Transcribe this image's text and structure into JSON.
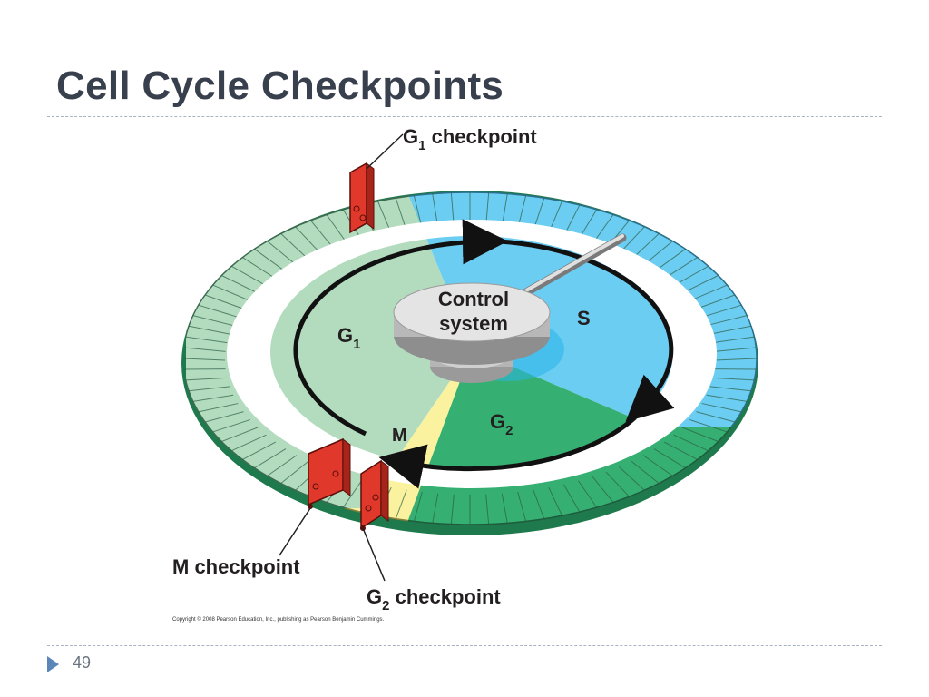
{
  "slide": {
    "title": "Cell Cycle Checkpoints",
    "page_number": "49"
  },
  "diagram": {
    "phases": {
      "g1": "G",
      "g1_sub": "1",
      "s": "S",
      "g2": "G",
      "g2_sub": "2",
      "m": "M"
    },
    "control": {
      "line1": "Control",
      "line2": "system"
    },
    "checkpoints": {
      "g1": {
        "prefix": "G",
        "sub": "1",
        "suffix": " checkpoint"
      },
      "m": {
        "text": "M checkpoint"
      },
      "g2": {
        "prefix": "G",
        "sub": "2",
        "suffix": " checkpoint"
      }
    },
    "copyright": "Copyright © 2008 Pearson Education, Inc., publishing as Pearson Benjamin Cummings.",
    "colors": {
      "g1": "#b3dcbf",
      "s": "#6ccdf2",
      "g2": "#36b072",
      "m": "#fbf2a0",
      "checkpoint": "#e0382a"
    }
  }
}
